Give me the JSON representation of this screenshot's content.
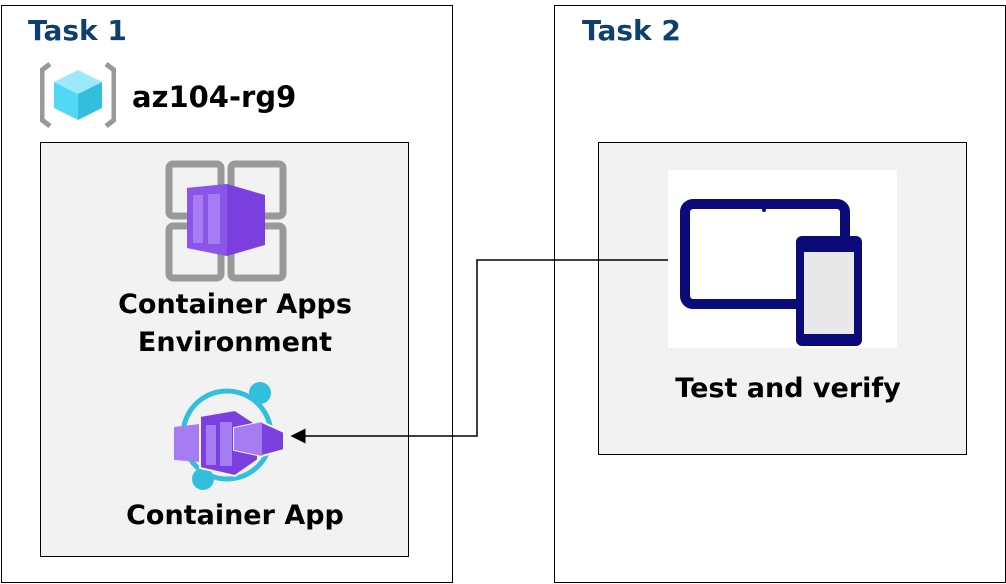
{
  "task1": {
    "title": "Task 1",
    "resource_group": "az104-rg9",
    "environment_label_line1": "Container Apps",
    "environment_label_line2": "Environment",
    "app_label": "Container App"
  },
  "task2": {
    "title": "Task 2",
    "device_label": "Test and verify"
  },
  "colors": {
    "title": "#0f3f6b",
    "panel": "#f2f2f2",
    "purple": "#7b3fe0",
    "cyan": "#32bedd",
    "navy": "#0a0a78"
  },
  "icons": [
    "resource-group-icon",
    "container-apps-environment-icon",
    "container-app-icon",
    "devices-icon"
  ]
}
